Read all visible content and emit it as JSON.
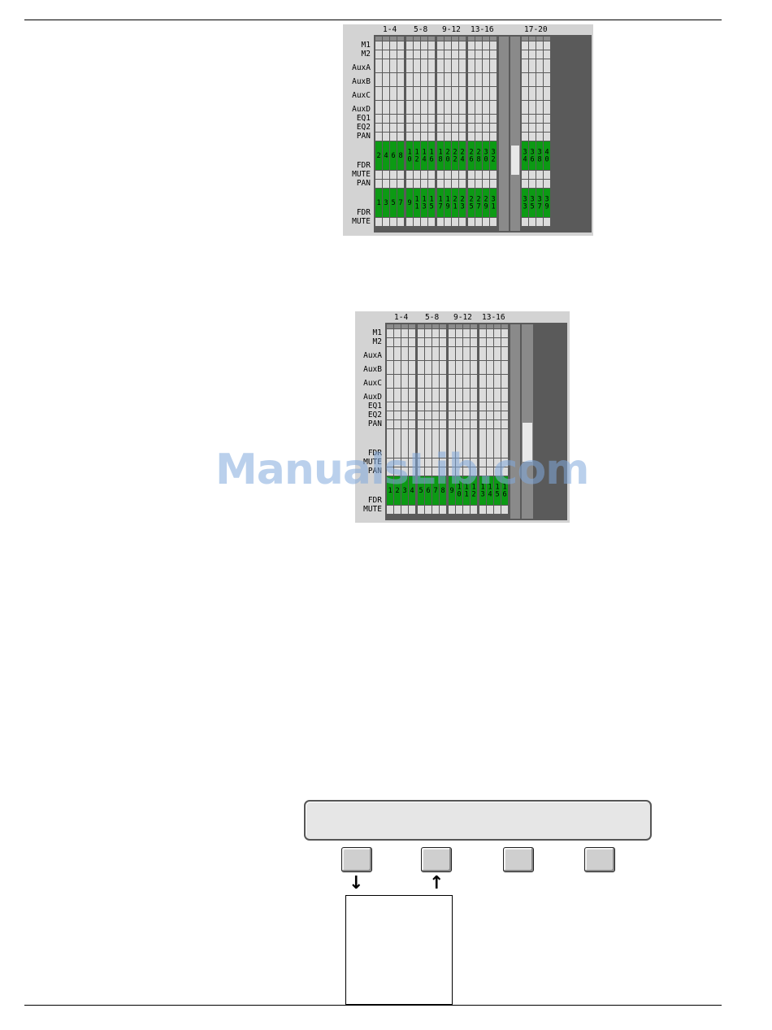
{
  "watermark": "ManualsLib.com",
  "screen1": {
    "group_headers": [
      "1-4",
      "5-8",
      "9-12",
      "13-16",
      "17-20"
    ],
    "row_labels": [
      "M1",
      "M2",
      "AuxA",
      "AuxB",
      "AuxC",
      "AuxD",
      "EQ1",
      "EQ2",
      "PAN",
      "FDR",
      "MUTE",
      "PAN",
      "FDR",
      "MUTE"
    ],
    "fader_top_values": [
      "2",
      "4",
      "6",
      "8",
      "10",
      "12",
      "14",
      "16",
      "18",
      "20",
      "22",
      "24",
      "26",
      "28",
      "30",
      "32",
      "34",
      "36",
      "38",
      "40"
    ],
    "fader_bottom_values": [
      "1",
      "3",
      "5",
      "7",
      "9",
      "11",
      "13",
      "15",
      "17",
      "19",
      "21",
      "23",
      "25",
      "27",
      "29",
      "31",
      "33",
      "35",
      "37",
      "39"
    ]
  },
  "screen2": {
    "group_headers": [
      "1-4",
      "5-8",
      "9-12",
      "13-16"
    ],
    "row_labels": [
      "M1",
      "M2",
      "AuxA",
      "AuxB",
      "AuxC",
      "AuxD",
      "EQ1",
      "EQ2",
      "PAN",
      "FDR",
      "MUTE",
      "PAN",
      "FDR",
      "MUTE"
    ],
    "fader_values": [
      "1",
      "2",
      "3",
      "4",
      "5",
      "6",
      "7",
      "8",
      "9",
      "10",
      "11",
      "12",
      "13",
      "14",
      "15",
      "16"
    ]
  },
  "colors": {
    "fader_green": "#0c9a14",
    "cell_light": "#dcdcdc",
    "grid_dark": "#5a5a5a",
    "panel": "#d3d3d3"
  },
  "controls": {
    "softkeys": [
      "softkey-1",
      "softkey-2",
      "softkey-3",
      "softkey-4"
    ],
    "arrows": {
      "down": "↓",
      "up": "↑"
    }
  }
}
